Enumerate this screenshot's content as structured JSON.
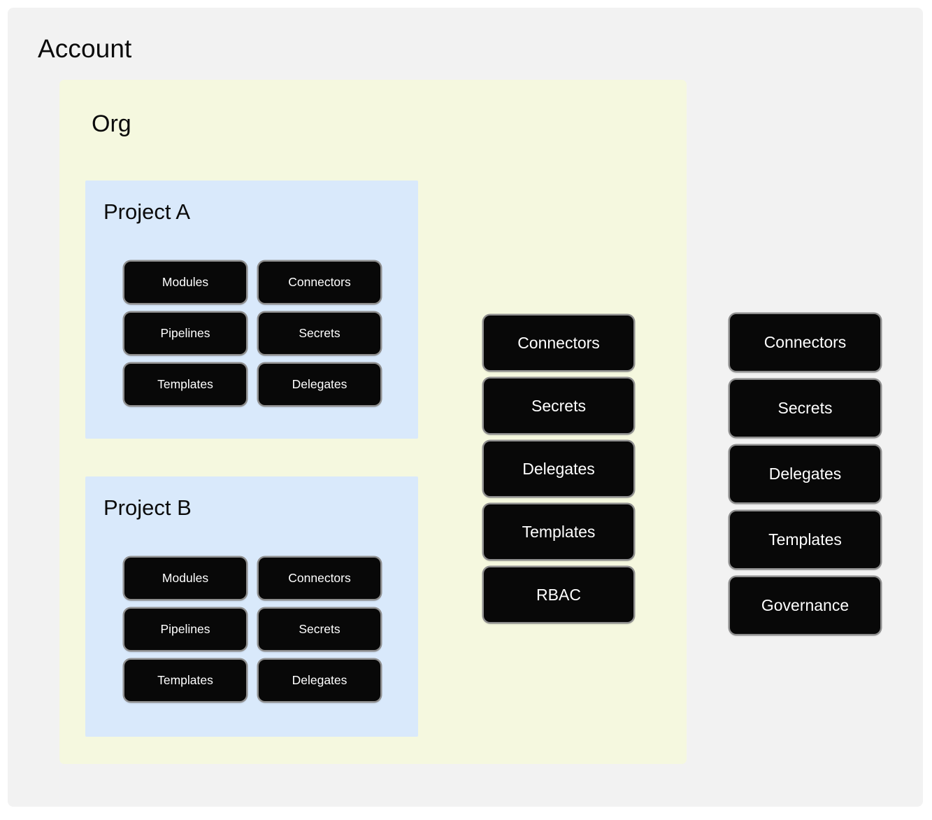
{
  "account": {
    "title": "Account",
    "org": {
      "title": "Org",
      "projects": [
        {
          "title": "Project A",
          "resources": [
            "Modules",
            "Connectors",
            "Pipelines",
            "Secrets",
            "Templates",
            "Delegates"
          ]
        },
        {
          "title": "Project B",
          "resources": [
            "Modules",
            "Connectors",
            "Pipelines",
            "Secrets",
            "Templates",
            "Delegates"
          ]
        }
      ],
      "org_resources": [
        "Connectors",
        "Secrets",
        "Delegates",
        "Templates",
        "RBAC"
      ]
    },
    "account_resources": [
      "Connectors",
      "Secrets",
      "Delegates",
      "Templates",
      "Governance"
    ]
  },
  "colors": {
    "page_background": "#ffffff",
    "account_panel": "#f2f2f2",
    "org_panel": "#f5f8df",
    "project_panel": "#d9e9fb",
    "chip_background": "#080808",
    "chip_border": "#8e8e8e",
    "chip_text": "#ffffff",
    "heading_text": "#0b0b0b"
  }
}
